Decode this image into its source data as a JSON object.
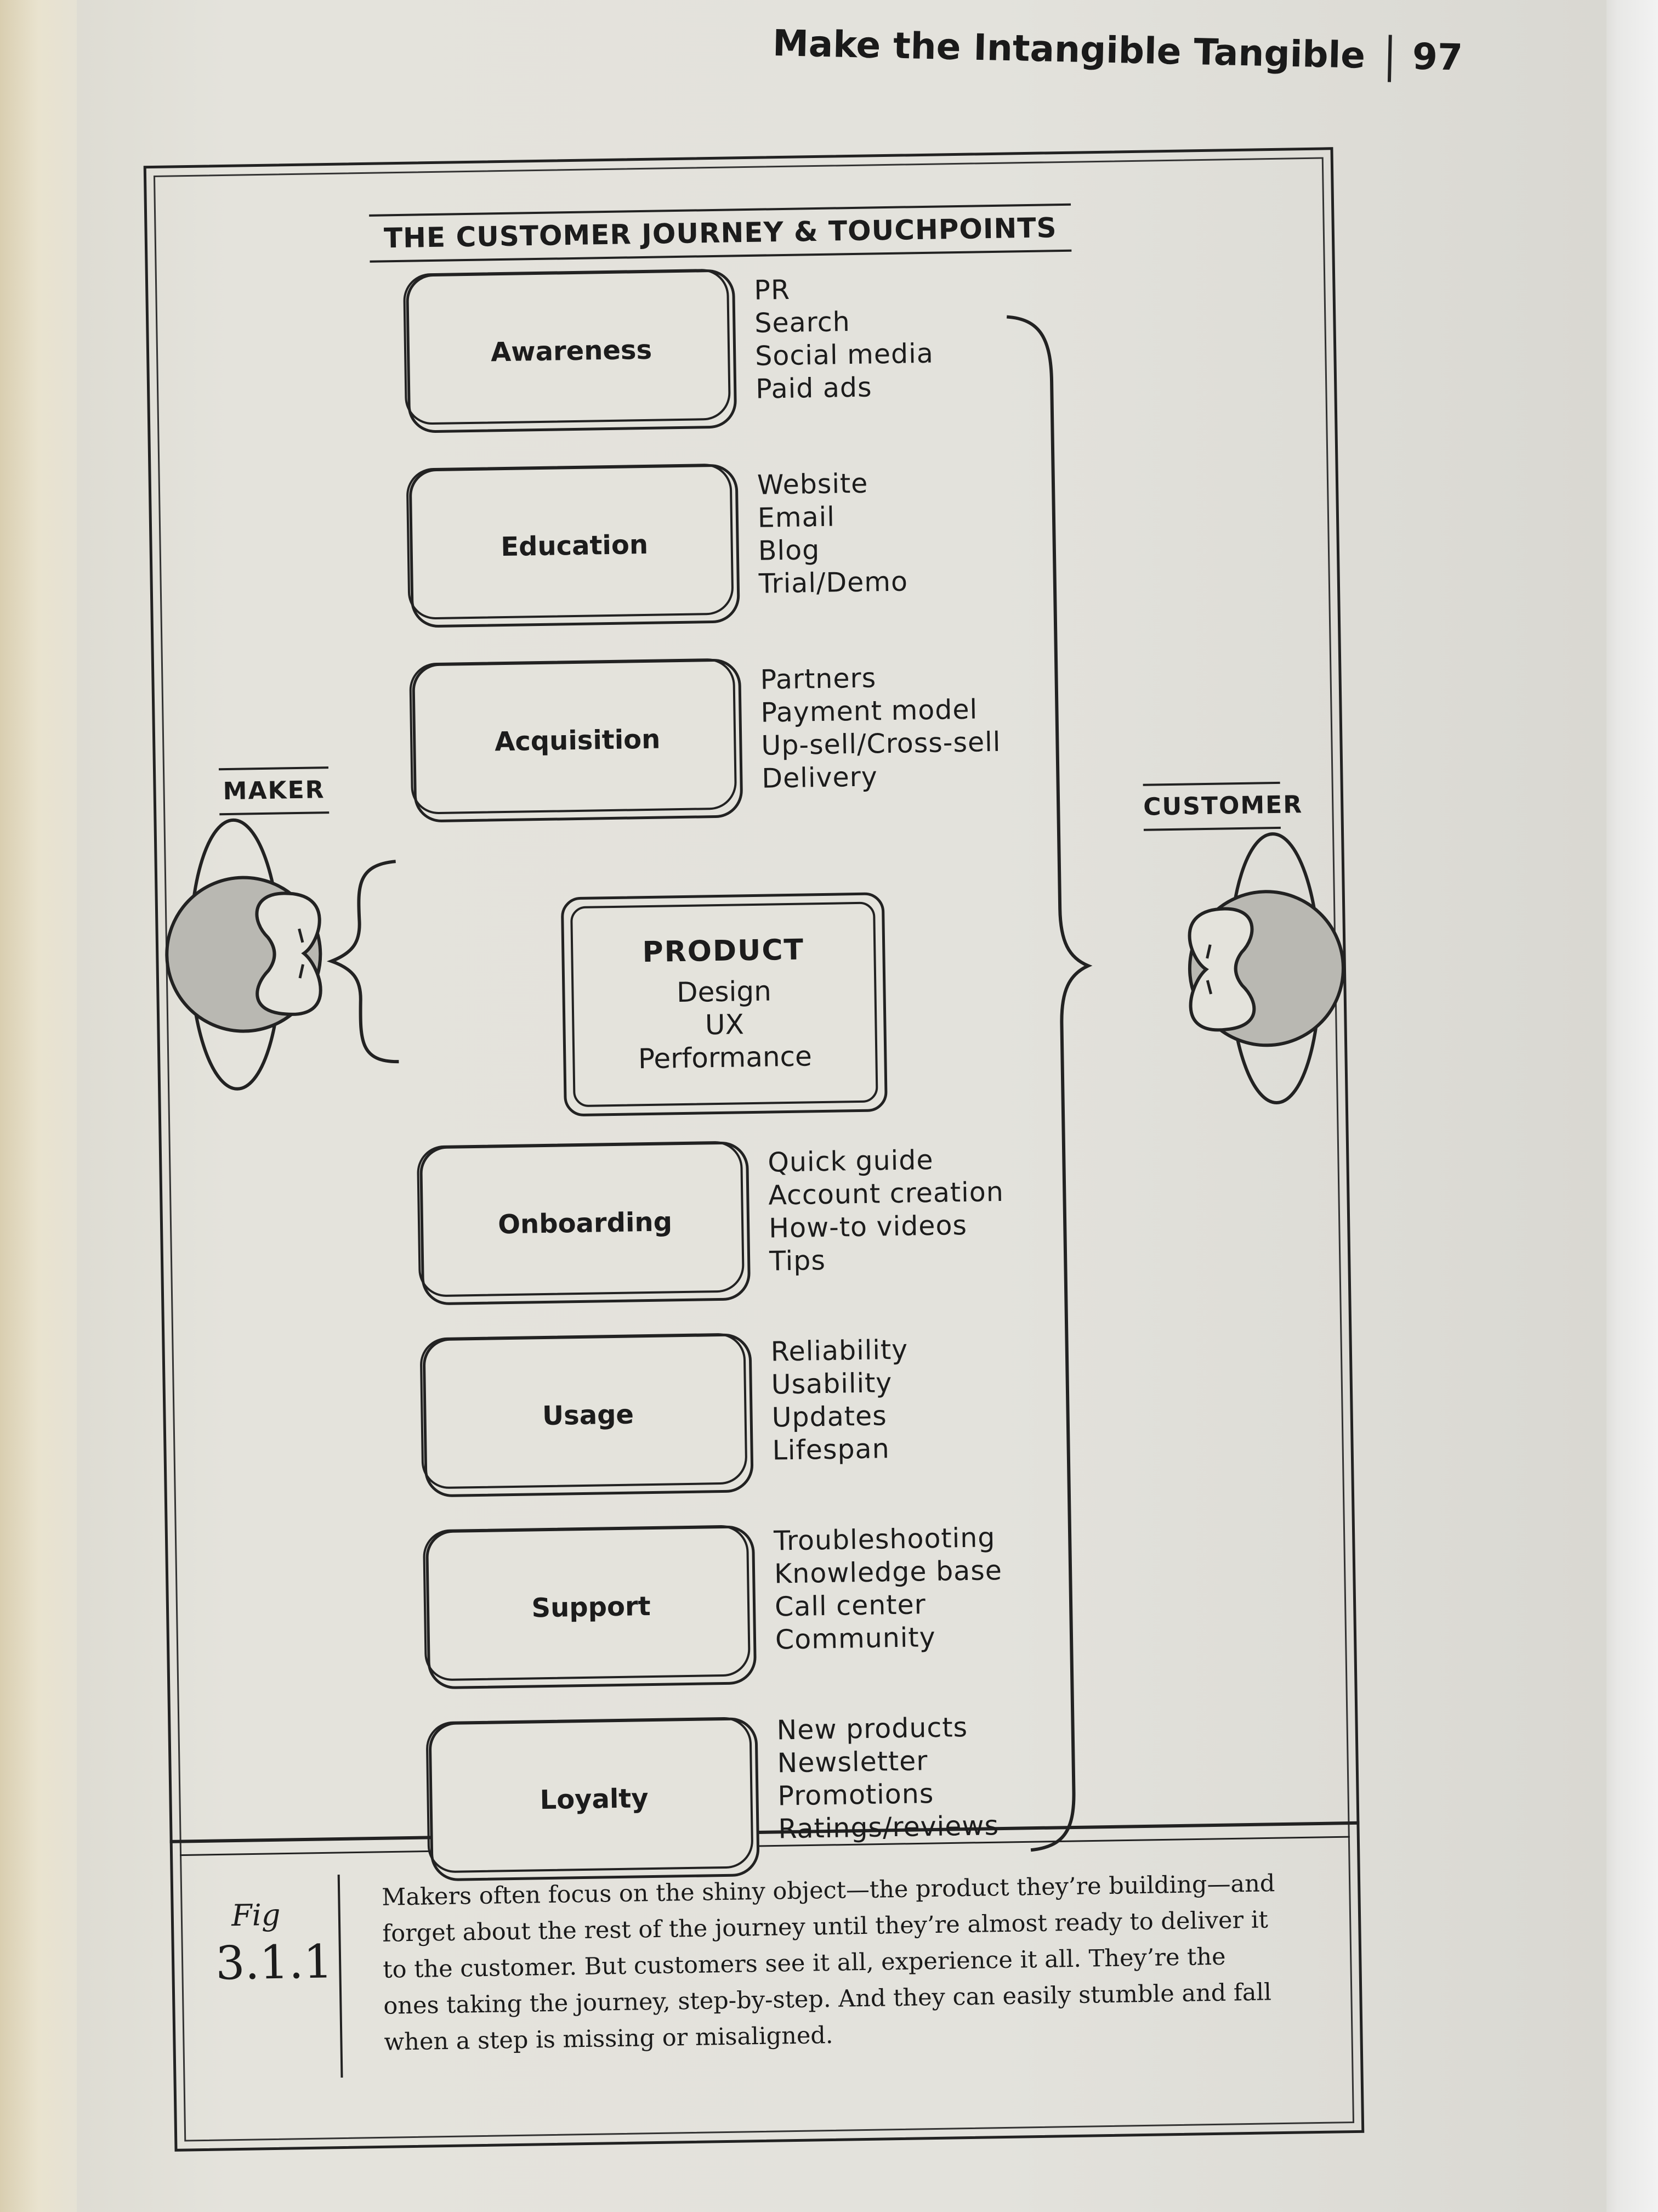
{
  "header": {
    "running_title": "Make the Intangible Tangible",
    "page_number": "97"
  },
  "figure": {
    "title": "THE CUSTOMER JOURNEY & TOUCHPOINTS",
    "maker_label": "MAKER",
    "customer_label": "CUSTOMER",
    "stages": [
      {
        "name": "Awareness",
        "touchpoints": [
          "PR",
          "Search",
          "Social media",
          "Paid ads"
        ]
      },
      {
        "name": "Education",
        "touchpoints": [
          "Website",
          "Email",
          "Blog",
          "Trial/Demo"
        ]
      },
      {
        "name": "Acquisition",
        "touchpoints": [
          "Partners",
          "Payment model",
          "Up-sell/Cross-sell",
          "Delivery"
        ]
      },
      {
        "name": "Onboarding",
        "touchpoints": [
          "Quick guide",
          "Account creation",
          "How-to videos",
          "Tips"
        ]
      },
      {
        "name": "Usage",
        "touchpoints": [
          "Reliability",
          "Usability",
          "Updates",
          "Lifespan"
        ]
      },
      {
        "name": "Support",
        "touchpoints": [
          "Troubleshooting",
          "Knowledge base",
          "Call center",
          "Community"
        ]
      },
      {
        "name": "Loyalty",
        "touchpoints": [
          "New products",
          "Newsletter",
          "Promotions",
          "Ratings/reviews"
        ]
      }
    ],
    "product": {
      "title": "PRODUCT",
      "items": [
        "Design",
        "UX",
        "Performance"
      ]
    },
    "fig_label": "Fig",
    "fig_number": "3.1.1",
    "caption": "Makers often focus on the shiny object—the product they’re building—and forget about the rest of the journey until they’re almost ready to deliver it to the customer. But customers see it all, experience it all. They’re the ones taking the journey, step-by-step. And they can easily stumble and fall when a step is missing or misaligned."
  }
}
